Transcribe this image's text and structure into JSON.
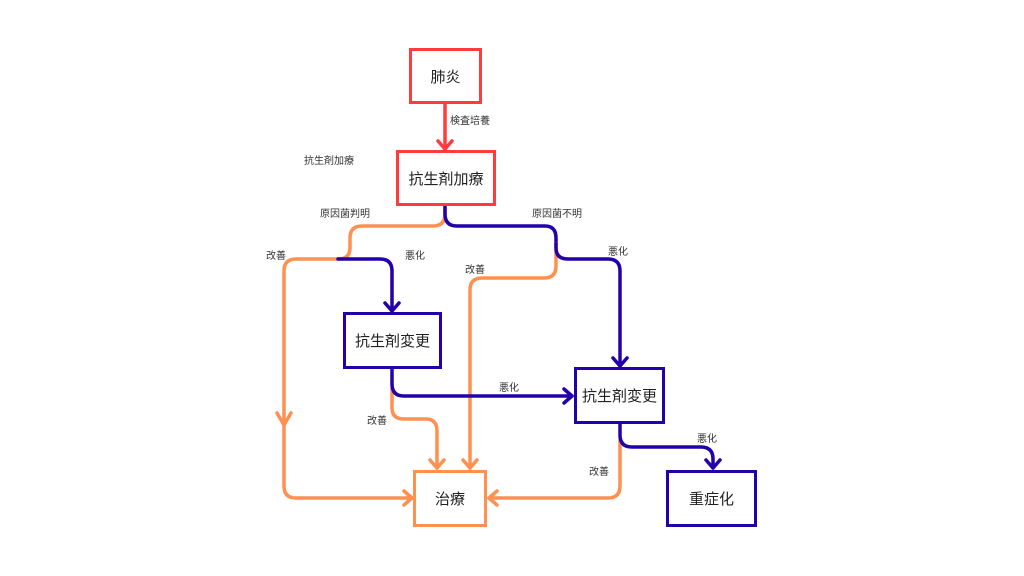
{
  "colors": {
    "red": "#ff3b3b",
    "blue": "#2200aa",
    "orange": "#ff9050"
  },
  "nodes": {
    "pneumonia": "肺炎",
    "antibiotic_treatment": "抗生剤加療",
    "antibiotic_change_1": "抗生剤変更",
    "antibiotic_change_2": "抗生剤変更",
    "cure": "治療",
    "severe": "重症化"
  },
  "labels": {
    "culture": "検査培養",
    "side_treatment": "抗生剤加療",
    "cause_known": "原因菌判明",
    "cause_unknown": "原因菌不明",
    "improve_left": "改善",
    "worsen_left": "悪化",
    "improve_mid": "改善",
    "worsen_right": "悪化",
    "worsen_change": "悪化",
    "improve_change1": "改善",
    "worsen_severe": "悪化",
    "improve_change2": "改善"
  }
}
